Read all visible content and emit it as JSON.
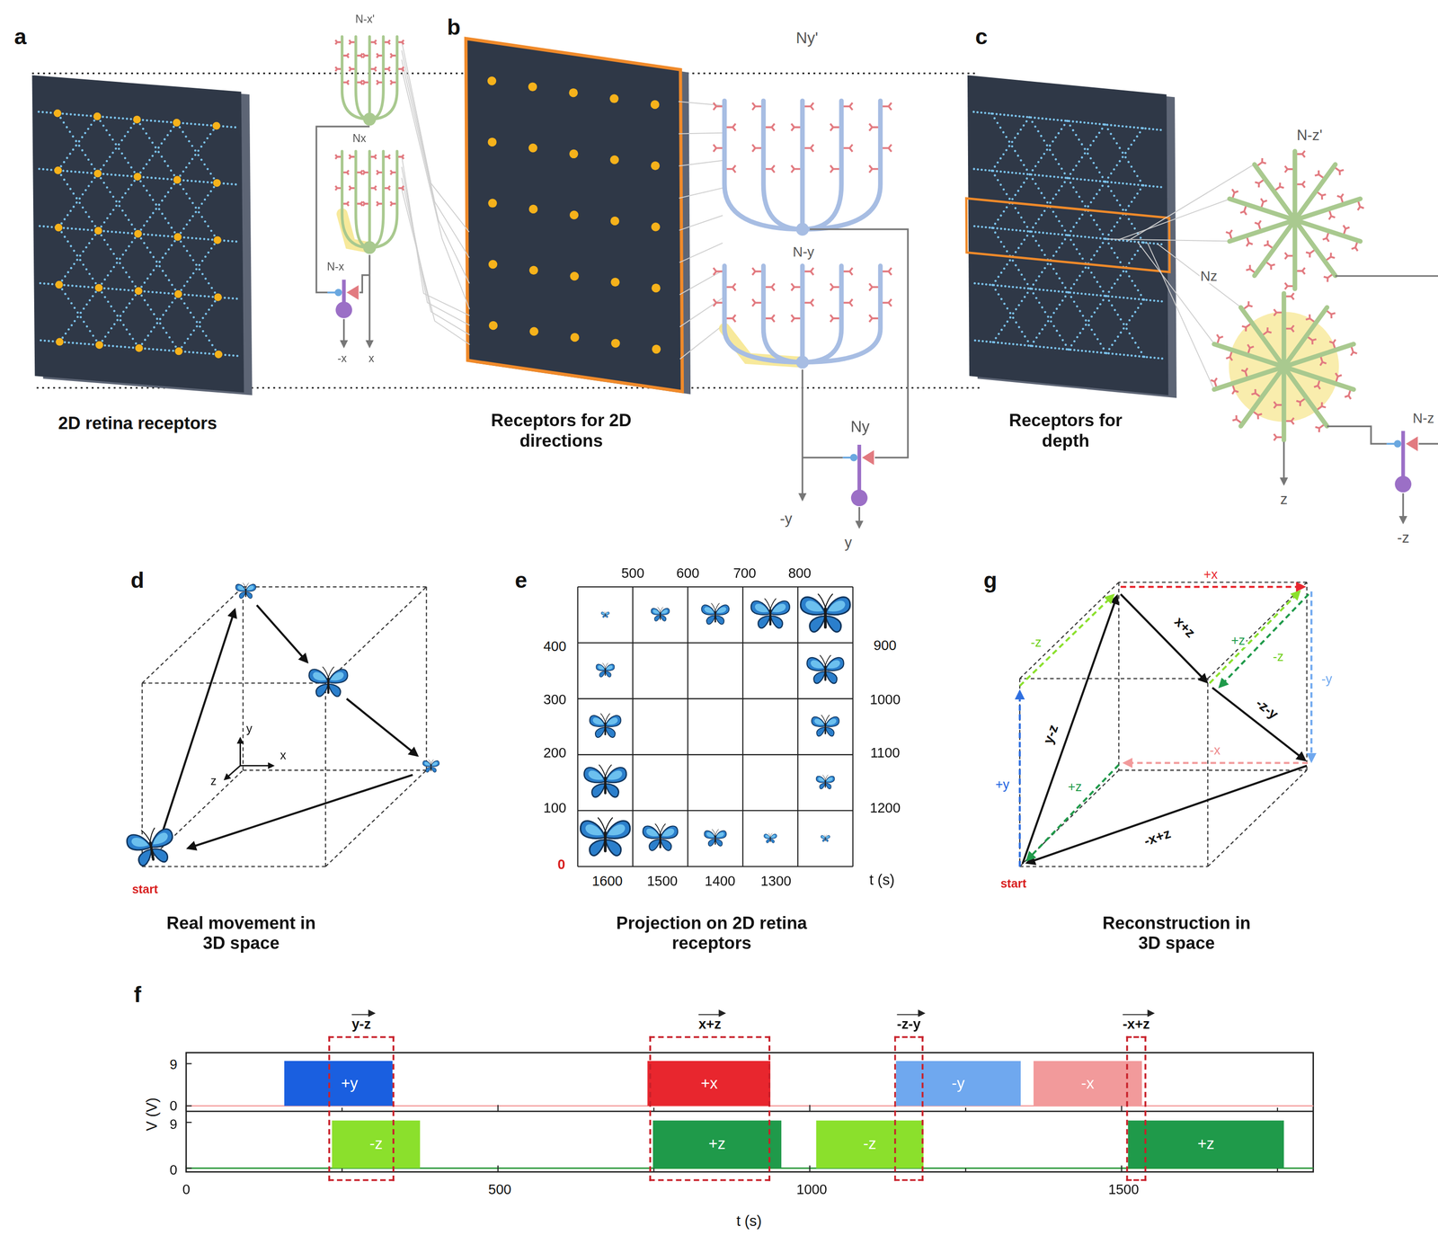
{
  "diagram": {
    "nodes": [
      {
        "text": [
          "y-z"
        ]
      },
      {
        "text": [
          "x+z"
        ]
      },
      {
        "text": [
          "-z-y"
        ]
      },
      {
        "text": [
          "-x+z"
        ]
      },
      {
        "text": [
          "+y"
        ]
      },
      {
        "text": [
          "+x"
        ]
      },
      {
        "text": [
          "-y"
        ]
      },
      {
        "text": [
          "-x"
        ]
      },
      {
        "text": [
          "-z"
        ]
      },
      {
        "text": [
          "+z"
        ]
      },
      {
        "text": [
          "-z"
        ]
      },
      {
        "text": [
          "+z"
        ]
      }
    ],
    "labels": [
      "a",
      "2D retina receptors",
      "N-x'",
      "Nx",
      "N-x",
      "-x",
      "x",
      "b",
      "Receptors for 2D directions",
      "Ny'",
      "N-y",
      "Ny",
      "-y",
      "y",
      "c",
      "Receptors for depth",
      "N-z'",
      "Nz",
      "N-z",
      "z",
      "-z",
      "d",
      "start",
      "y",
      "x",
      "z",
      "Real movement in 3D space",
      "e",
      "500",
      "600",
      "700",
      "800",
      "900",
      "1000",
      "1100",
      "1200",
      "1600",
      "1500",
      "1400",
      "1300",
      "t (s)",
      "400",
      "300",
      "200",
      "100",
      "0",
      "Projection on 2D retina receptors",
      "g",
      "+x",
      "-z",
      "x+z",
      "+z",
      "-z",
      "-y",
      "y-z",
      "-z-y",
      "-x",
      "+y",
      "+z",
      "-x+z",
      "start",
      "Reconstruction in 3D space",
      "f",
      "V (V)",
      "9",
      "0",
      "9",
      "0",
      "0",
      "500",
      "1000",
      "1500",
      "t (s)"
    ]
  }
}
